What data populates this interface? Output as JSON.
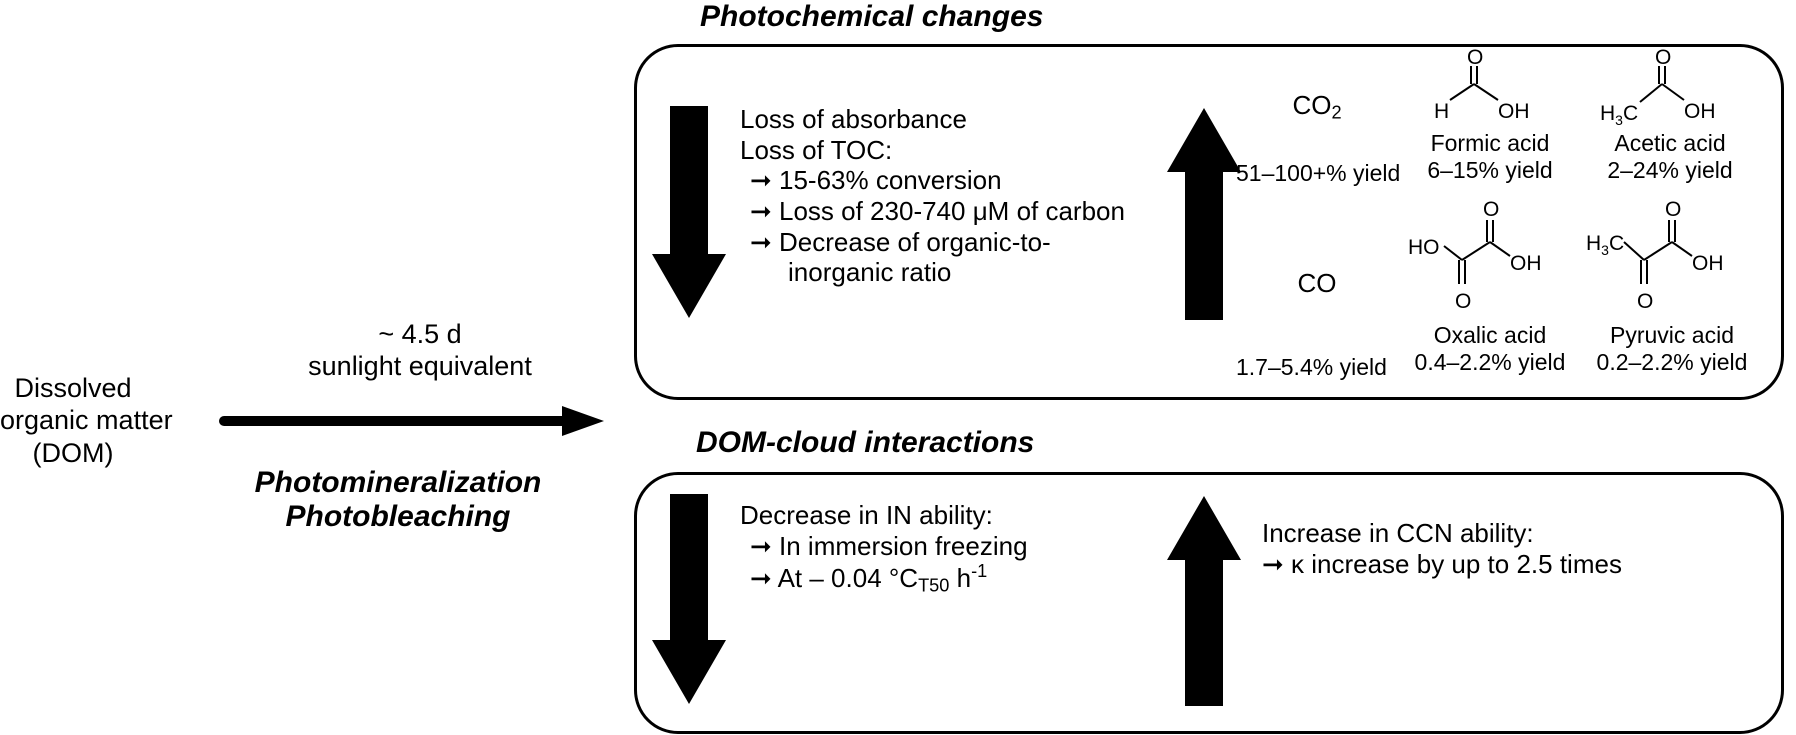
{
  "source": {
    "line1": "Dissolved",
    "line2": "organic matter",
    "line3": "(DOM)"
  },
  "process": {
    "duration": "~ 4.5 d",
    "duration_note": "sunlight equivalent",
    "name1": "Photomineralization",
    "name2": "Photobleaching"
  },
  "photochemical": {
    "heading": "Photochemical changes",
    "decrease_items": [
      "Loss of absorbance",
      "Loss of TOC:",
      "➞ 15-63% conversion",
      "➞ Loss of 230-740 μM of carbon",
      "➞ Decrease of organic-to-",
      "inorganic ratio"
    ],
    "products": {
      "co2_prefix": "CO",
      "co2_sub": "2",
      "co2_yield": "51–100+% yield",
      "co": "CO",
      "co_yield": "1.7–5.4% yield",
      "formic_name": "Formic acid",
      "formic_yield": "6–15% yield",
      "acetic_name": "Acetic acid",
      "acetic_yield": "2–24% yield",
      "oxalic_name": "Oxalic acid",
      "oxalic_yield": "0.4–2.2% yield",
      "pyruvic_name": "Pyruvic acid",
      "pyruvic_yield": "0.2–2.2% yield"
    },
    "structure_labels": {
      "O": "O",
      "H": "H",
      "OH": "OH",
      "HO": "HO",
      "H3C_prefix": "H",
      "H3C_sub": "3",
      "H3C_suffix": "C"
    }
  },
  "cloud": {
    "heading": "DOM-cloud interactions",
    "decrease_title": "Decrease in IN ability:",
    "decrease_item1": "➞ In immersion freezing",
    "decrease_item2_prefix": "➞ At – 0.04 °C",
    "decrease_item2_sub": "T50",
    "decrease_item2_unit": " h",
    "decrease_item2_sup": "-1",
    "increase_title": "Increase in CCN ability:",
    "increase_item": "➞ κ increase by up to 2.5 times"
  }
}
